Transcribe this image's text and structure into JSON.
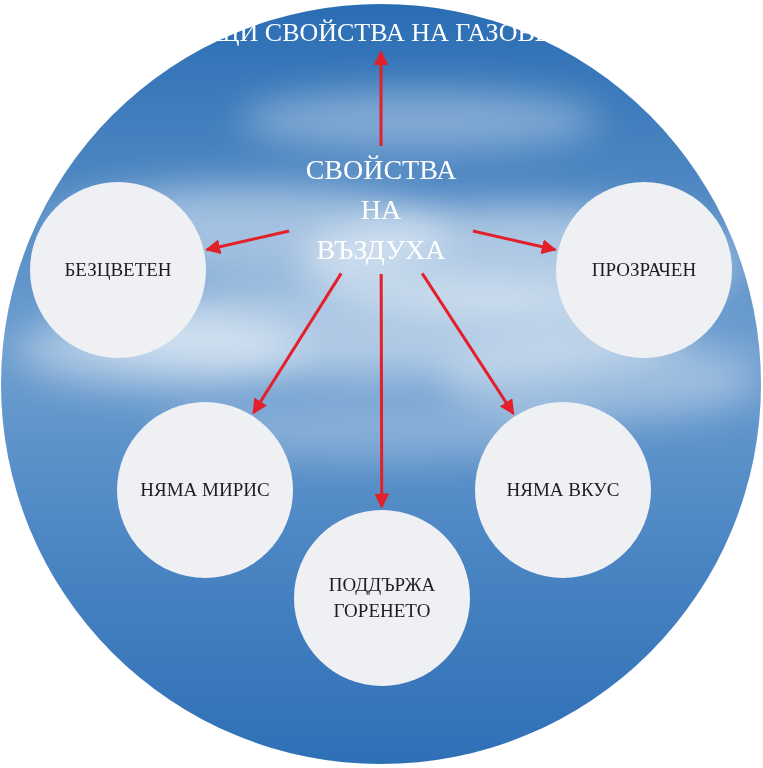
{
  "diagram": {
    "nodes": [
      {
        "text": [
          "ОБЩИ СВОЙСТВА НА ГАЗОВЕТЕ"
        ]
      },
      {
        "text": [
          "СВОЙСТВА НА ВЪЗДУХА"
        ]
      },
      {
        "text": [
          "БЕЗЦВЕТЕН"
        ]
      },
      {
        "text": [
          "ПРОЗРАЧЕН"
        ]
      },
      {
        "text": [
          "НЯМА МИРИС"
        ]
      },
      {
        "text": [
          "ПОДДЪРЖА ГОРЕНЕТО"
        ]
      },
      {
        "text": [
          "НЯМА ВКУС"
        ]
      }
    ],
    "edges": [
      {
        "from": 1,
        "to": 0,
        "arrow": "to"
      },
      {
        "from": 1,
        "to": 2,
        "arrow": "to"
      },
      {
        "from": 1,
        "to": 3,
        "arrow": "to"
      },
      {
        "from": 1,
        "to": 4,
        "arrow": "to"
      },
      {
        "from": 1,
        "to": 5,
        "arrow": "to"
      },
      {
        "from": 1,
        "to": 6,
        "arrow": "to"
      }
    ]
  }
}
